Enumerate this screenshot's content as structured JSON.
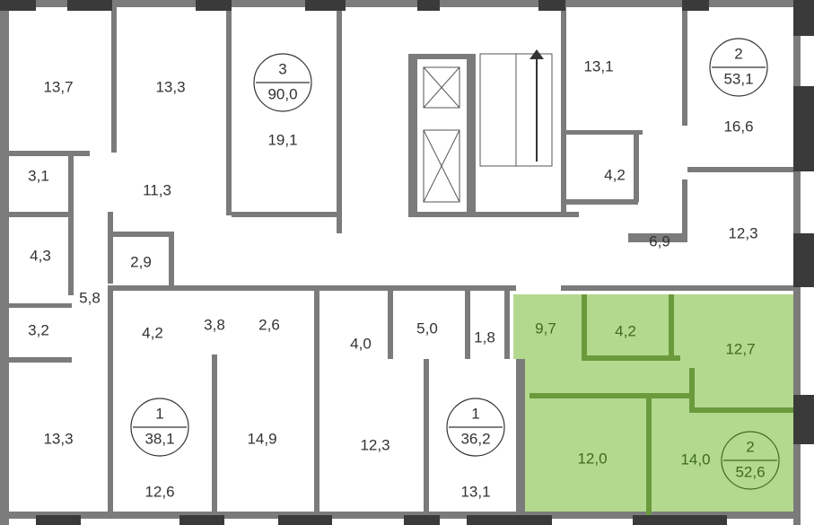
{
  "floor_plan": {
    "highlight_color": "#b3d98f",
    "rooms": {
      "r1": "13,7",
      "r2": "13,3",
      "r3": "19,1",
      "r4": "13,1",
      "r5": "16,6",
      "r6": "3,1",
      "r7": "11,3",
      "r8": "4,3",
      "r9": "2,9",
      "r10": "5,8",
      "r11": "12,3",
      "r12": "6,9",
      "r13": "4,2",
      "r14": "3,2",
      "r15": "4,2",
      "r16": "3,8",
      "r17": "2,6",
      "r18": "4,0",
      "r19": "5,0",
      "r20": "1,8",
      "r21": "9,7",
      "r22": "4,2",
      "r23": "12,7",
      "r24": "13,3",
      "r25": "12,6",
      "r26": "14,9",
      "r27": "12,3",
      "r28": "13,1",
      "r29": "12,0",
      "r30": "14,0"
    },
    "apartments": [
      {
        "rooms": "3",
        "area": "90,0"
      },
      {
        "rooms": "2",
        "area": "53,1"
      },
      {
        "rooms": "1",
        "area": "38,1"
      },
      {
        "rooms": "1",
        "area": "36,2"
      },
      {
        "rooms": "2",
        "area": "52,6",
        "highlighted": true
      }
    ]
  }
}
